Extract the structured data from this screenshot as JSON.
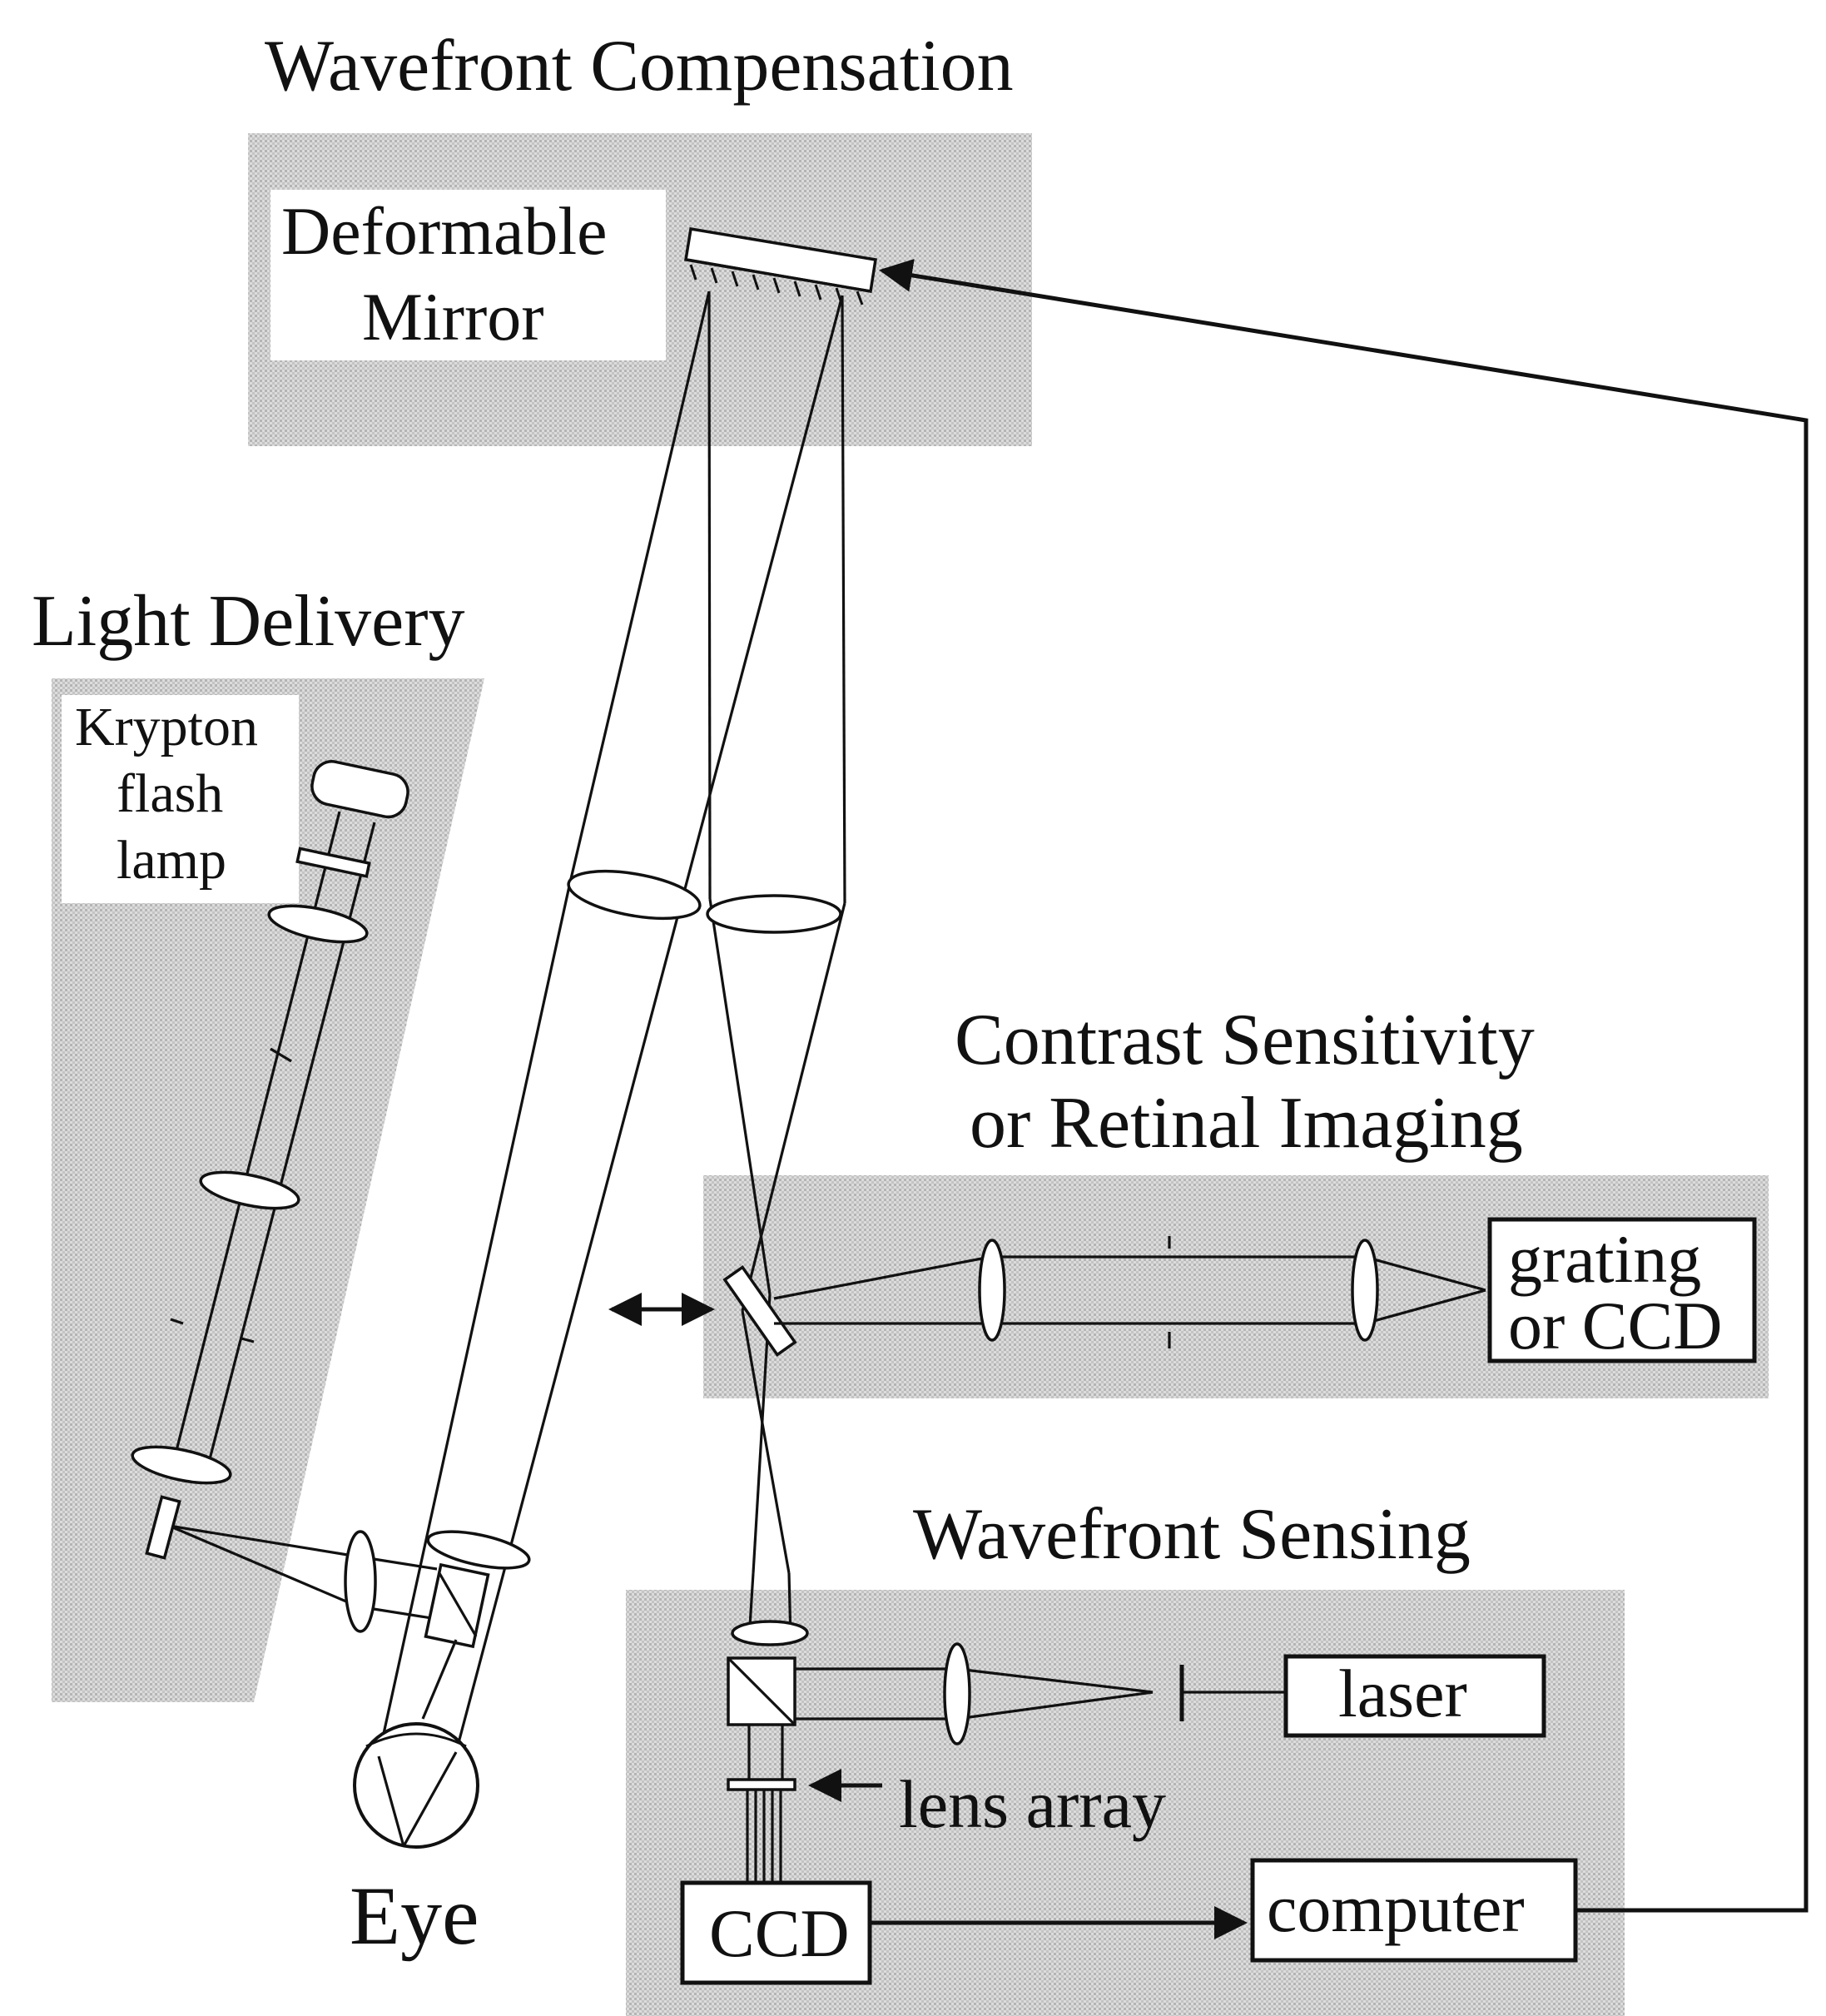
{
  "panels": {
    "wavefront_compensation": "Wavefront Compensation",
    "light_delivery": "Light Delivery",
    "contrast_line1": "Contrast Sensitivity",
    "contrast_line2": "or Retinal Imaging",
    "wavefront_sensing": "Wavefront Sensing"
  },
  "components": {
    "mirror_line1": "Deformable",
    "mirror_line2": "Mirror",
    "lamp_line1": "Krypton",
    "lamp_line2": "flash",
    "lamp_line3": "lamp",
    "grating_line1": "grating",
    "grating_line2": "or CCD",
    "laser": "laser",
    "lens_array": "lens array",
    "ccd": "CCD",
    "computer": "computer",
    "eye": "Eye"
  },
  "colors": {
    "panel_shade": "#d2d2d2",
    "line": "#111111",
    "background": "#ffffff"
  }
}
